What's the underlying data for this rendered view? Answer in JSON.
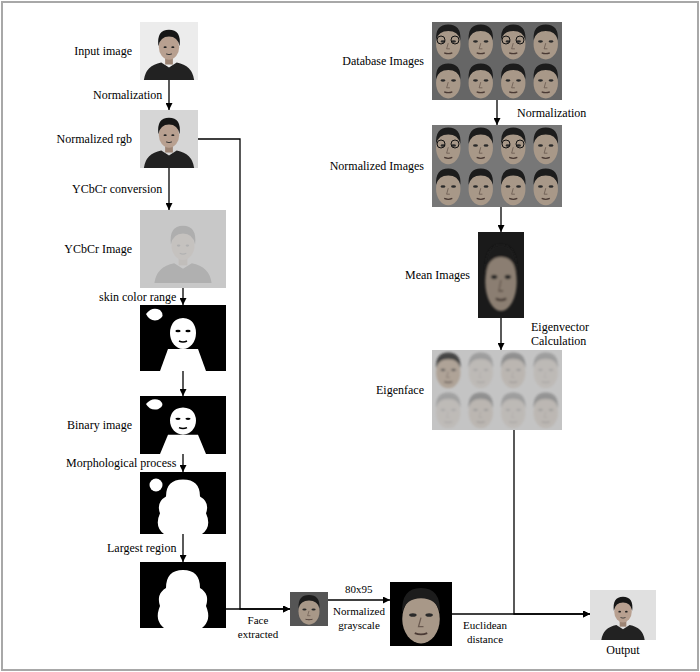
{
  "diagram": {
    "nodes": [
      {
        "text": [
          "Input image"
        ]
      },
      {
        "text": [
          "Normalized rgb"
        ]
      },
      {
        "text": [
          "YCbCr Image"
        ]
      },
      {
        "text": []
      },
      {
        "text": [
          "Binary image"
        ]
      },
      {
        "text": []
      },
      {
        "text": []
      },
      {
        "text": []
      },
      {
        "text": []
      },
      {
        "text": [
          "Output"
        ]
      },
      {
        "text": [
          "Database Images"
        ]
      },
      {
        "text": [
          "Normalized Images"
        ]
      },
      {
        "text": [
          "Mean Images"
        ]
      },
      {
        "text": [
          "Eigenface"
        ]
      }
    ],
    "edges": [
      {
        "from": 0,
        "to": 1,
        "label": "Normalization",
        "arrow": "to"
      },
      {
        "from": 1,
        "to": 2,
        "label": "YCbCr conversion",
        "arrow": "to"
      },
      {
        "from": 2,
        "to": 3,
        "label": "skin color range",
        "arrow": "to"
      },
      {
        "from": 3,
        "to": 4,
        "arrow": "to"
      },
      {
        "from": 4,
        "to": 5,
        "label": "Morphological process",
        "arrow": "to"
      },
      {
        "from": 5,
        "to": 6,
        "label": "Largest region",
        "arrow": "to"
      },
      {
        "from": 6,
        "to": 7,
        "label": "Face extracted",
        "arrow": "to"
      },
      {
        "from": 1,
        "to": 7,
        "arrow": "to"
      },
      {
        "from": 7,
        "to": 8,
        "label": "80x95",
        "arrow": "to"
      },
      {
        "from": 8,
        "to": 9,
        "label": "Euclidean distance",
        "arrow": "to"
      },
      {
        "from": 10,
        "to": 11,
        "label": "Normalization",
        "arrow": "to"
      },
      {
        "from": 11,
        "to": 12,
        "arrow": "to"
      },
      {
        "from": 12,
        "to": 13,
        "label": "Eigenvector Calculation",
        "arrow": "to"
      },
      {
        "from": 13,
        "to": 9,
        "arrow": "to"
      }
    ],
    "labels": [
      "Normalized grayscale"
    ]
  }
}
